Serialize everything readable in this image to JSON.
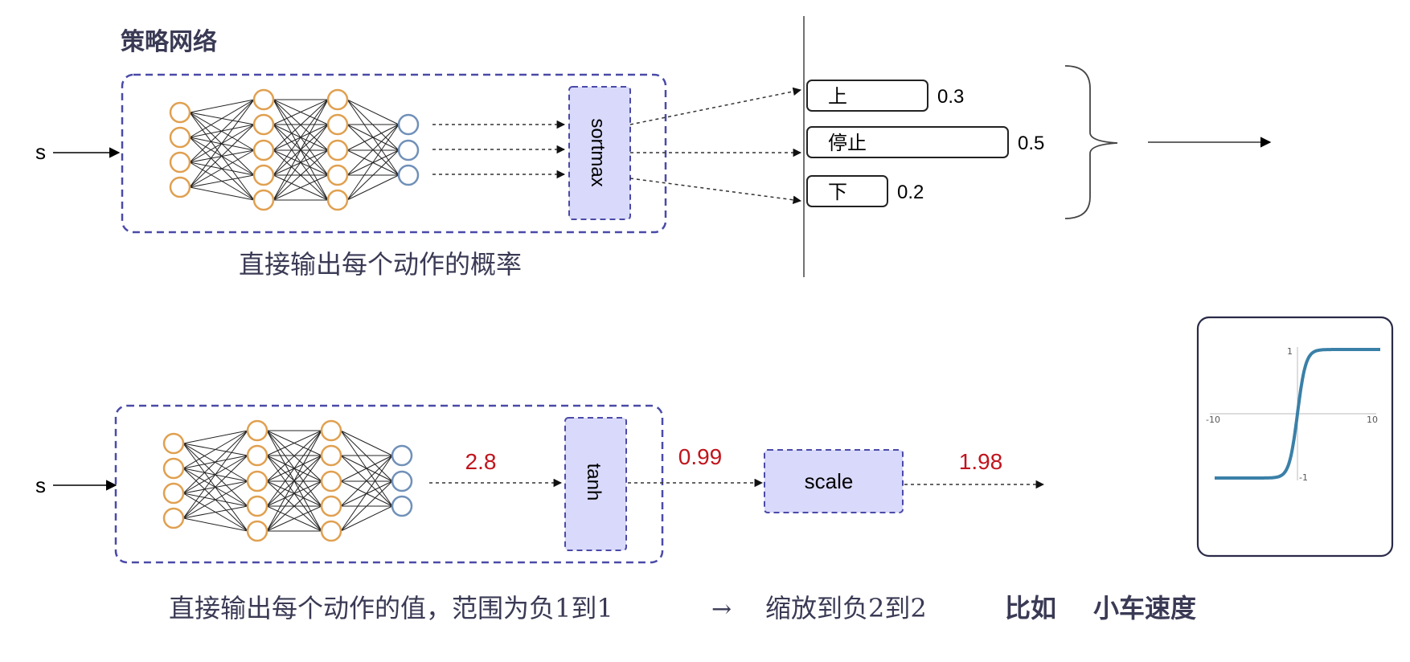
{
  "top": {
    "title": "策略网络",
    "input_label": "s",
    "softmax_label": "sortmax",
    "caption": "直接输出每个动作的概率",
    "actions": [
      {
        "label": "上",
        "prob": "0.3",
        "value": 0.3
      },
      {
        "label": "停止",
        "prob": "0.5",
        "value": 0.5
      },
      {
        "label": "下",
        "prob": "0.2",
        "value": 0.2
      }
    ]
  },
  "bottom": {
    "input_label": "s",
    "net_output": "2.8",
    "tanh_label": "tanh",
    "tanh_output": "0.99",
    "scale_label": "scale",
    "scale_output": "1.98",
    "caption": "直接输出每个动作的值，范围为负1到1",
    "arrow_glyph": "→",
    "caption2": "缩放到负2到2",
    "caption3": "比如",
    "caption4": "小车速度"
  },
  "tanh_plot": {
    "x_min_label": "-10",
    "x_max_label": "10",
    "y_max_label": "1",
    "y_min_label": "-1"
  },
  "colors": {
    "neuron_orange": "#e0a050",
    "neuron_blue": "#7090b8",
    "dash_border": "#4a4aa8",
    "box_fill": "#d9d9fb",
    "curve": "#3a80a8",
    "output_red": "#c0141c"
  }
}
